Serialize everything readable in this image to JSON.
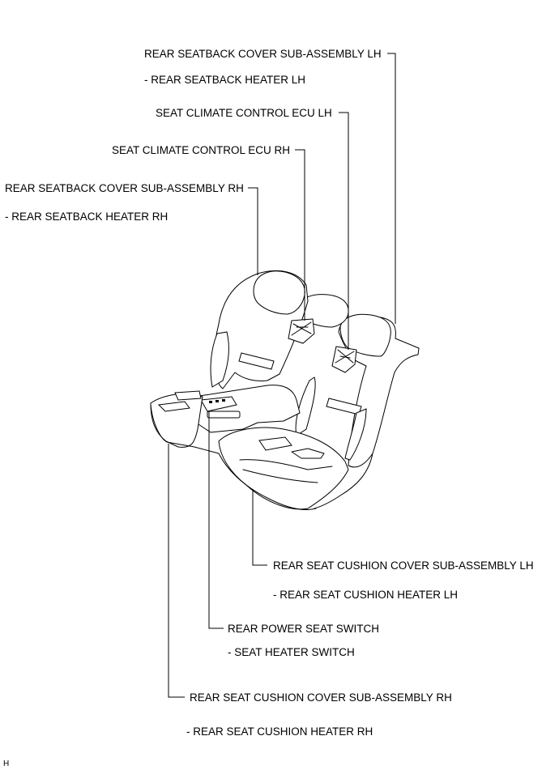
{
  "labels": {
    "seatback_cover_lh": "REAR SEATBACK COVER SUB-ASSEMBLY LH",
    "seatback_heater_lh": "- REAR SEATBACK HEATER LH",
    "climate_ecu_lh": "SEAT CLIMATE CONTROL ECU LH",
    "climate_ecu_rh": "SEAT CLIMATE CONTROL ECU RH",
    "seatback_cover_rh": "REAR SEATBACK COVER SUB-ASSEMBLY RH",
    "seatback_heater_rh": "- REAR SEATBACK HEATER RH",
    "cushion_cover_lh": "REAR SEAT CUSHION COVER SUB-ASSEMBLY LH",
    "cushion_heater_lh": "- REAR SEAT CUSHION HEATER LH",
    "power_seat_switch": "REAR POWER SEAT SWITCH",
    "seat_heater_switch": "- SEAT HEATER SWITCH",
    "cushion_cover_rh": "REAR SEAT CUSHION COVER SUB-ASSEMBLY RH",
    "cushion_heater_rh": "- REAR SEAT CUSHION HEATER RH"
  },
  "figure_code": "H"
}
